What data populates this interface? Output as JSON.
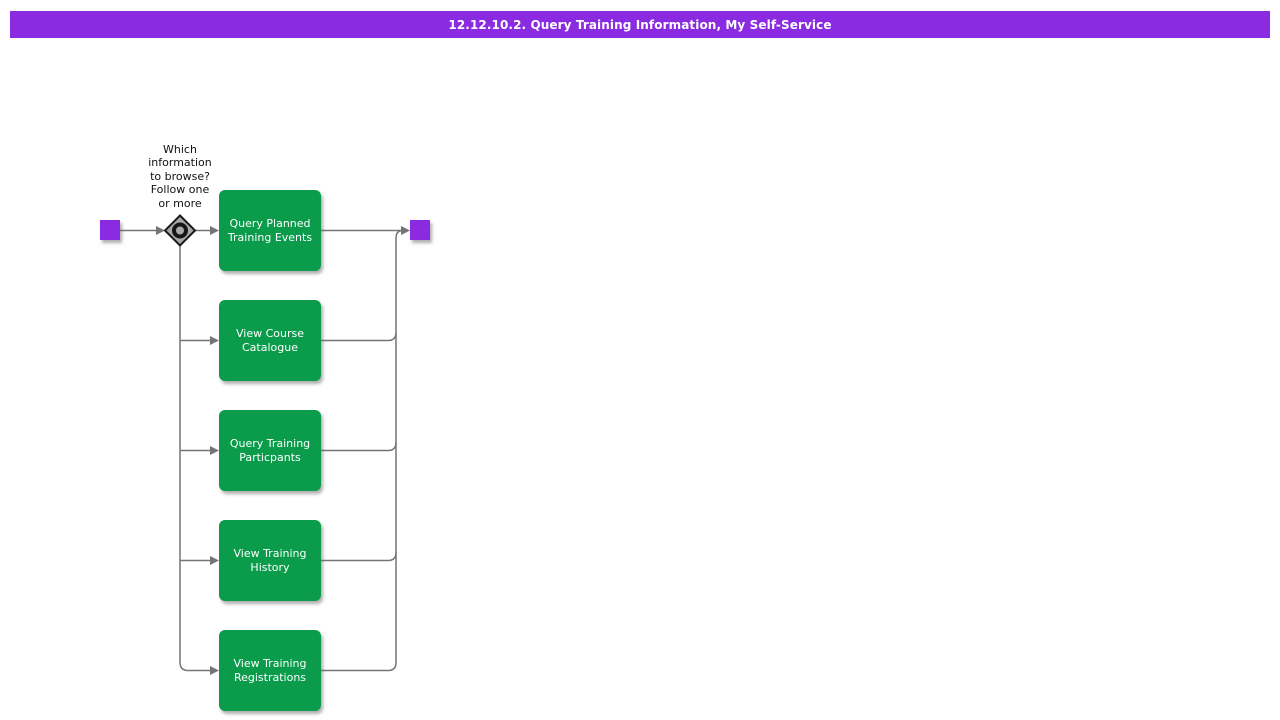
{
  "title": "12.12.10.2. Query Training Information, My Self-Service",
  "colors": {
    "accent_purple": "#8A2BE2",
    "activity_green": "#0A9C4B",
    "edge_gray": "#757575",
    "diamond_fill": "#A8A8A8",
    "diamond_stroke": "#1A1A1A"
  },
  "diagram": {
    "decision_label": "Which\ninformation\nto browse?\nFollow one\nor more",
    "activities": [
      {
        "label": "Query Planned\nTraining Events"
      },
      {
        "label": "View Course\nCatalogue"
      },
      {
        "label": "Query Training\nParticpants"
      },
      {
        "label": "View Training\nHistory"
      },
      {
        "label": "View Training\nRegistrations"
      }
    ]
  }
}
